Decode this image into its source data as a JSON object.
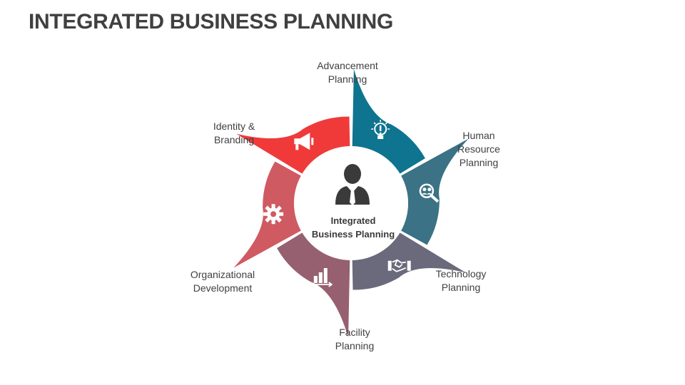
{
  "title": "INTEGRATED BUSINESS PLANNING",
  "center": {
    "label": "Integrated\nBusiness Planning",
    "icon": "businessman-icon"
  },
  "segments": [
    {
      "label": "Advancement\nPlanning",
      "icon": "lightbulb-icon",
      "color": "#0E7490"
    },
    {
      "label": "Human\nResource\nPlanning",
      "icon": "people-search-icon",
      "color": "#3B7285"
    },
    {
      "label": "Technology\nPlanning",
      "icon": "handshake-icon",
      "color": "#6A6A7C"
    },
    {
      "label": "Facility\nPlanning",
      "icon": "bar-chart-icon",
      "color": "#966070"
    },
    {
      "label": "Organizational\nDevelopment",
      "icon": "gear-icon",
      "color": "#D05A62"
    },
    {
      "label": "Identity &\nBranding",
      "icon": "megaphone-icon",
      "color": "#F03A3A"
    }
  ]
}
